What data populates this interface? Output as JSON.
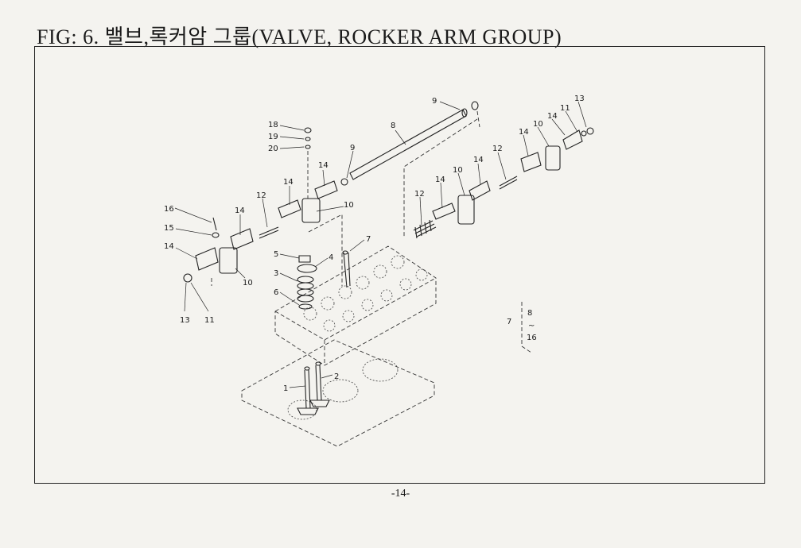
{
  "title": "FIG: 6. 밸브,록커암 그룹(VALVE, ROCKER ARM GROUP)",
  "page_number": "-14-",
  "callouts": {
    "c9a": "9",
    "c8": "8",
    "c13a": "13",
    "c11a": "11",
    "c14a": "14",
    "c10a": "10",
    "c14b": "14",
    "c12a": "12",
    "c14c": "14",
    "c10b": "10",
    "c14d": "14",
    "c12b": "12",
    "c18": "18",
    "c19": "19",
    "c20": "20",
    "c9b": "9",
    "c14e": "14",
    "c14f": "14",
    "c10c": "10",
    "c12c": "12",
    "c16": "16",
    "c14g": "14",
    "c15": "15",
    "c14h": "14",
    "c10d": "10",
    "c7": "7",
    "c5": "5",
    "c4": "4",
    "c3": "3",
    "c6": "6",
    "c13b": "13",
    "c11b": "11",
    "c2": "2",
    "c1": "1"
  },
  "legend": {
    "left": "7",
    "top": "8",
    "mid": "~",
    "bottom": "16"
  }
}
